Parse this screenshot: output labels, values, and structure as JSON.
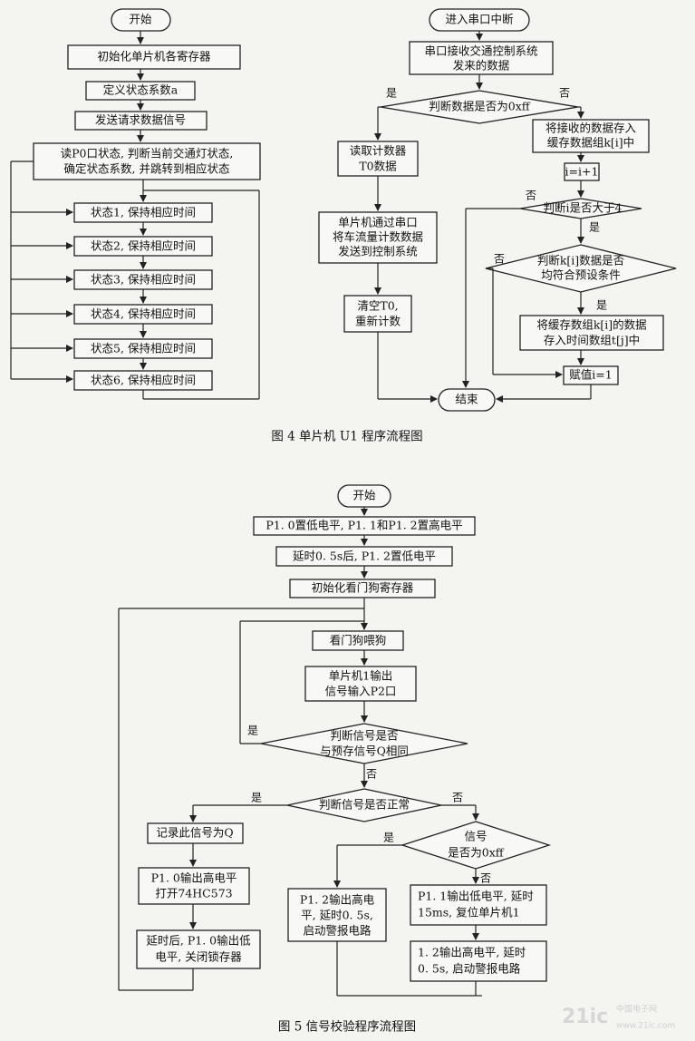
{
  "fig4": {
    "caption": "图 4    单片机 U1 程序流程图",
    "left": {
      "start": "开始",
      "init_regs": "初始化单片机各寄存器",
      "define_coef": "定义状态系数a",
      "send_request": "发送请求数据信号",
      "read_p0": [
        "读P0口状态, 判断当前交通灯状态,",
        "确定状态系数, 并跳转到相应状态"
      ],
      "states": [
        "状态1, 保持相应时间",
        "状态2, 保持相应时间",
        "状态3, 保持相应时间",
        "状态4, 保持相应时间",
        "状态5, 保持相应时间",
        "状态6, 保持相应时间"
      ]
    },
    "right": {
      "enter_int": "进入串口中断",
      "recv": [
        "串口接收交通控制系统",
        "发来的数据"
      ],
      "judge_0xff": "判断数据是否为0xff",
      "yes": "是",
      "no": "否",
      "read_t0": [
        "读取计数器",
        "T0数据"
      ],
      "send_count": [
        "单片机通过串口",
        "将车流量计数数据",
        "发送到控制系统"
      ],
      "clear_t0": [
        "清空T0,",
        "重新计数"
      ],
      "store_buf": [
        "将接收的数据存入",
        "缓存数据组k[i]中"
      ],
      "inc_i": "i=i+1",
      "judge_i": "判断i是否大于4",
      "judge_k": [
        "判断k[i]数据是否",
        "均符合预设条件"
      ],
      "store_time": [
        "将缓存数组k[i]的数据",
        "存入时间数组t[j]中"
      ],
      "assign_i": "赋值i=1",
      "end": "结束"
    }
  },
  "fig5": {
    "caption": "图 5    信号校验程序流程图",
    "start": "开始",
    "p10_low": "P1. 0置低电平, P1. 1和P1. 2置高电平",
    "delay": "延时0. 5s后, P1. 2置低电平",
    "init_wdt": "初始化看门狗寄存器",
    "feed_dog": "看门狗喂狗",
    "u1_output": [
      "单片机1输出",
      "信号输入P2口"
    ],
    "judge_same": [
      "判断信号是否",
      "与预存信号Q相同"
    ],
    "judge_normal": "判断信号是否正常",
    "judge_0xff": [
      "信号",
      "是否为0xff"
    ],
    "record_q": "记录此信号为Q",
    "open_573": [
      "P1. 0输出高电平",
      "打开74HC573"
    ],
    "close_latch": [
      "延时后, P1. 0输出低",
      "电平, 关闭锁存器"
    ],
    "alarm_a": [
      "P1. 2输出高电",
      "平, 延时0. 5s,",
      "启动警报电路"
    ],
    "reset_b": [
      "P1. 1输出低电平, 延时",
      "15ms, 复位单片机1"
    ],
    "alarm_b": [
      "1. 2输出高电平, 延时",
      "0. 5s, 启动警报电路"
    ],
    "yes": "是",
    "no": "否"
  },
  "watermark": {
    "logo": "21ic",
    "cn": "中国电子网",
    "url": "www.21ic.com"
  }
}
